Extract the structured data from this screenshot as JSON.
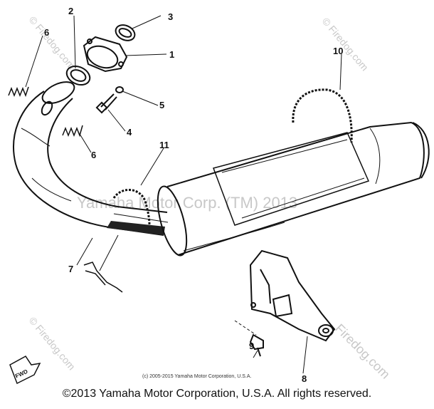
{
  "diagram": {
    "callouts": [
      "1",
      "2",
      "3",
      "4",
      "5",
      "6",
      "6",
      "7",
      "8",
      "9",
      "10",
      "11"
    ],
    "fwd_label": "FWD"
  },
  "watermarks": {
    "center": "Yamaha Motor Corp. (TM) 2013",
    "corner": "© Firedog.com",
    "edge": "Firedog.com"
  },
  "credits": {
    "small": "(c) 2005-2015 Yamaha Motor Corporation, U.S.A.",
    "main": "©2013 Yamaha Motor Corporation, U.S.A. All rights reserved."
  }
}
